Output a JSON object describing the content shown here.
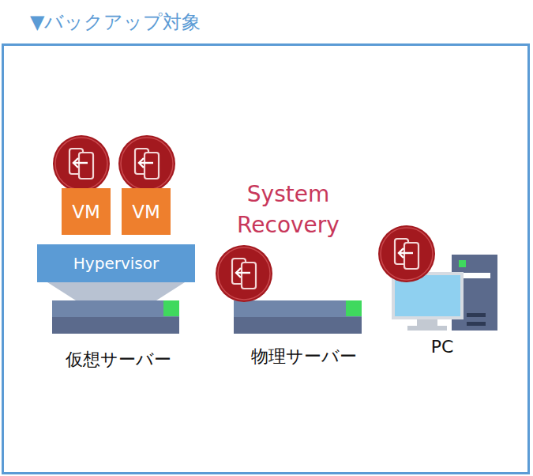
{
  "diagram": {
    "nodes": [
      {
        "text": [
          "▼バックアップ対象"
        ]
      },
      {
        "text": [
          "VM"
        ],
        "in": 0
      },
      {
        "text": [
          "VM"
        ],
        "in": 0
      },
      {
        "text": [
          "Hypervisor"
        ],
        "in": 0
      }
    ],
    "labels": [
      "System Recovery",
      "仮想サーバー",
      "物理サーバー",
      "PC"
    ]
  }
}
